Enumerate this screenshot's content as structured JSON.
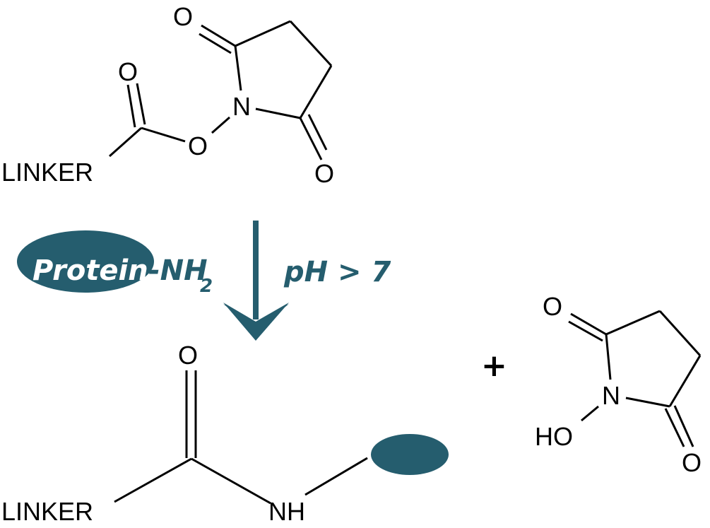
{
  "diagram": {
    "title": "NHS ester reaction with protein primary amine",
    "colors": {
      "accent": "#255d6e",
      "bonds": "#000000",
      "background": "#ffffff"
    },
    "reactant": {
      "group_label": "LINKER",
      "atoms": {
        "carbonyl_o": "O",
        "ester_o": "O",
        "ring_n": "N",
        "ring_o_top": "O",
        "ring_o_bottom": "O"
      }
    },
    "reagent": {
      "protein_label": "Protein",
      "amine_label": "-NH",
      "amine_subscript": "2",
      "condition": "pH > 7"
    },
    "product": {
      "group_label": "LINKER",
      "carbonyl_o": "O",
      "amide_nh": "NH"
    },
    "plus_sign": "+",
    "byproduct": {
      "hydroxyl": "HO",
      "ring_n": "N",
      "ring_o_top": "O",
      "ring_o_bottom": "O"
    }
  }
}
